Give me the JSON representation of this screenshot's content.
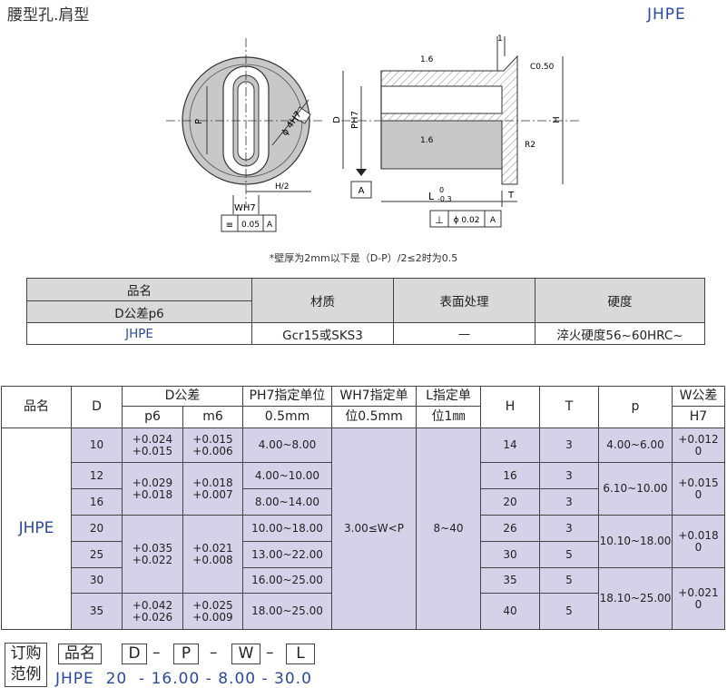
{
  "header": {
    "title": "腰型孔.肩型",
    "code": "JHPE"
  },
  "drawing": {
    "labels": {
      "p": "P",
      "dia_4h7": "ϕ 4H7",
      "h2": "H/2",
      "wh7": "WH7",
      "flatness": "0.05",
      "datum_a": "A",
      "rough1": "1.6",
      "rough2": "1.6",
      "chamfer": "C0.50",
      "t_top": "1",
      "d": "D",
      "ph7": "PH7",
      "h": "H",
      "r2": "R2",
      "l": "L",
      "l_up": "0",
      "l_low": "-0.3",
      "t": "T",
      "perp_val": "ϕ 0.02",
      "perp_datum": "A",
      "datum_box": "A"
    }
  },
  "note": "*壁厚为2mm以下是（D-P）/2≤2时为0.5",
  "table1": {
    "h_part": "品名",
    "h_tol": "D公差p6",
    "h_material": "材质",
    "h_surface": "表面处理",
    "h_hardness": "硬度",
    "part": "JHPE",
    "material": "Gcr15或SKS3",
    "surface": "—",
    "hardness": "淬火硬度56~60HRC~"
  },
  "table2": {
    "h_part": "品名",
    "h_d": "D",
    "h_dtol": "D公差",
    "h_p6": "p6",
    "h_m6": "m6",
    "h_ph7_1": "PH7指定单位",
    "h_ph7_2": "0.5mm",
    "h_wh7_1": "WH7指定单",
    "h_wh7_2": "位0.5mm",
    "h_l_1": "L指定单",
    "h_l_2": "位1㎜",
    "h_h": "H",
    "h_t": "T",
    "h_p": "p",
    "h_wtol": "W公差",
    "h_wh7": "H7",
    "part": "JHPE",
    "w_range": "3.00≤W<P",
    "l_range": "8~40",
    "d": [
      "10",
      "12",
      "16",
      "20",
      "25",
      "30",
      "35"
    ],
    "p6": [
      [
        "+0.024",
        "+0.015"
      ],
      [
        "+0.029",
        "+0.018"
      ],
      [
        "+0.035",
        "+0.022"
      ],
      [
        "+0.042",
        "+0.026"
      ]
    ],
    "m6": [
      [
        "+0.015",
        "+0.006"
      ],
      [
        "+0.018",
        "+0.007"
      ],
      [
        "+0.021",
        "+0.008"
      ],
      [
        "+0.025",
        "+0.009"
      ]
    ],
    "ph7": [
      "4.00~8.00",
      "4.00~10.00",
      "8.00~14.00",
      "10.00~18.00",
      "13.00~22.00",
      "16.00~25.00",
      "18.00~25.00"
    ],
    "h": [
      "14",
      "16",
      "20",
      "26",
      "30",
      "35",
      "40"
    ],
    "t": [
      "3",
      "3",
      "3",
      "3",
      "5",
      "5",
      "5"
    ],
    "p": [
      "4.00~6.00",
      "6.10~10.00",
      "10.10~18.00",
      "18.10~25.00"
    ],
    "wtol": [
      [
        "+0.012",
        "0"
      ],
      [
        "+0.015",
        "0"
      ],
      [
        "+0.018",
        "0"
      ],
      [
        "+0.021",
        "0"
      ]
    ]
  },
  "order": {
    "label1": "订购",
    "label2": "范例",
    "boxes": [
      "品名",
      "D",
      "P",
      "W",
      "L"
    ],
    "example": [
      "JHPE",
      "20",
      "16.00",
      "8.00",
      "30.0"
    ]
  }
}
